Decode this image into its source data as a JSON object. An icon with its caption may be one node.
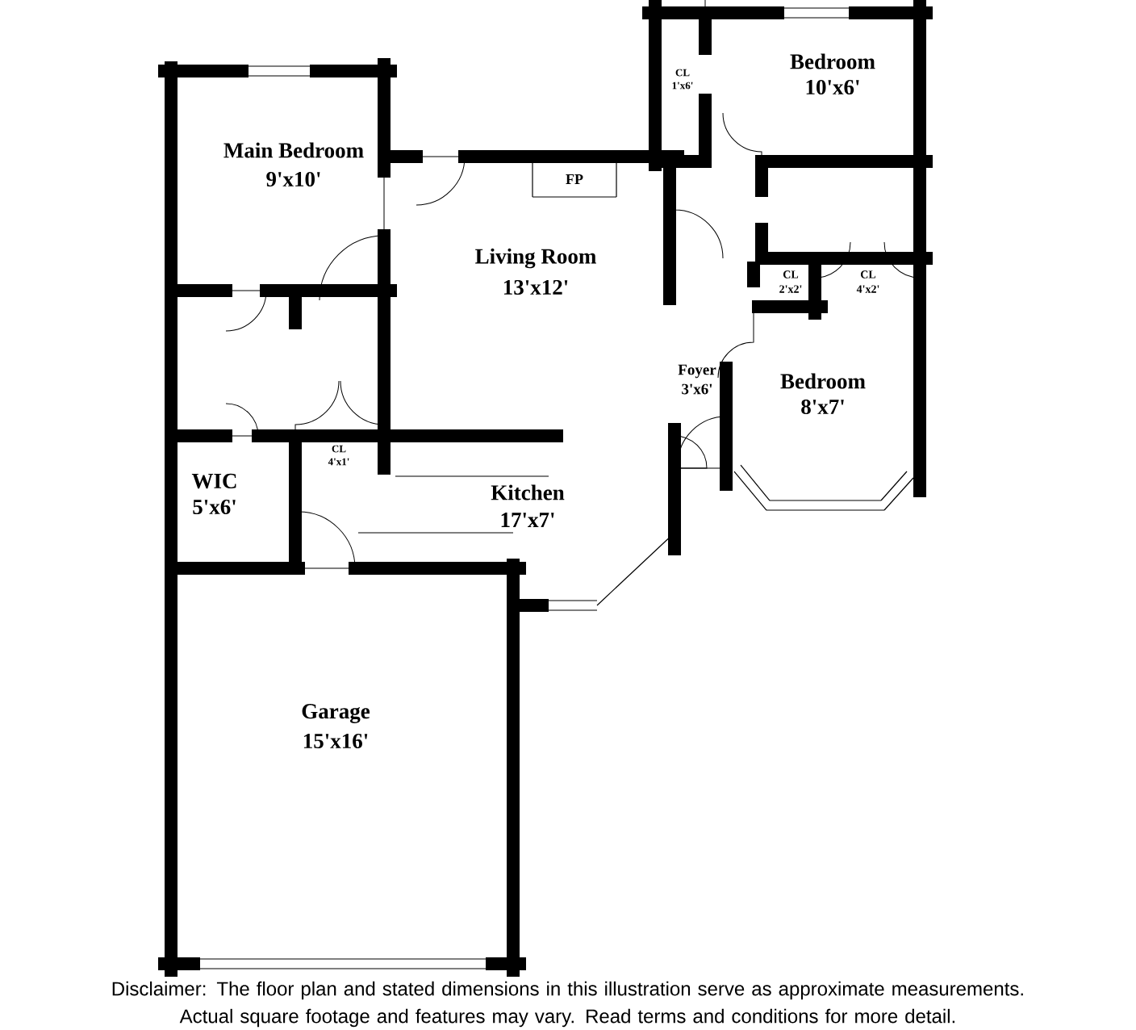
{
  "diagram": {
    "caption": "Disclaimer: The floor plan and stated dimensions in this illustration serve as approximate measurements. Actual square footage and features may vary. Read terms and conditions for more detail.",
    "labels": [
      "Bedroom",
      "10'x6'",
      "CL",
      "1'x6'",
      "Main Bedroom",
      "9'x10'",
      "FP",
      "Living Room",
      "13'x12'",
      "CL",
      "2'x2'",
      "CL",
      "4'x2'",
      "Foyer",
      "3'x6'",
      "Bedroom",
      "8'x7'",
      "CL",
      "4'x1'",
      "WIC",
      "5'x6'",
      "Kitchen",
      "17'x7'",
      "Garage",
      "15'x16'"
    ]
  }
}
